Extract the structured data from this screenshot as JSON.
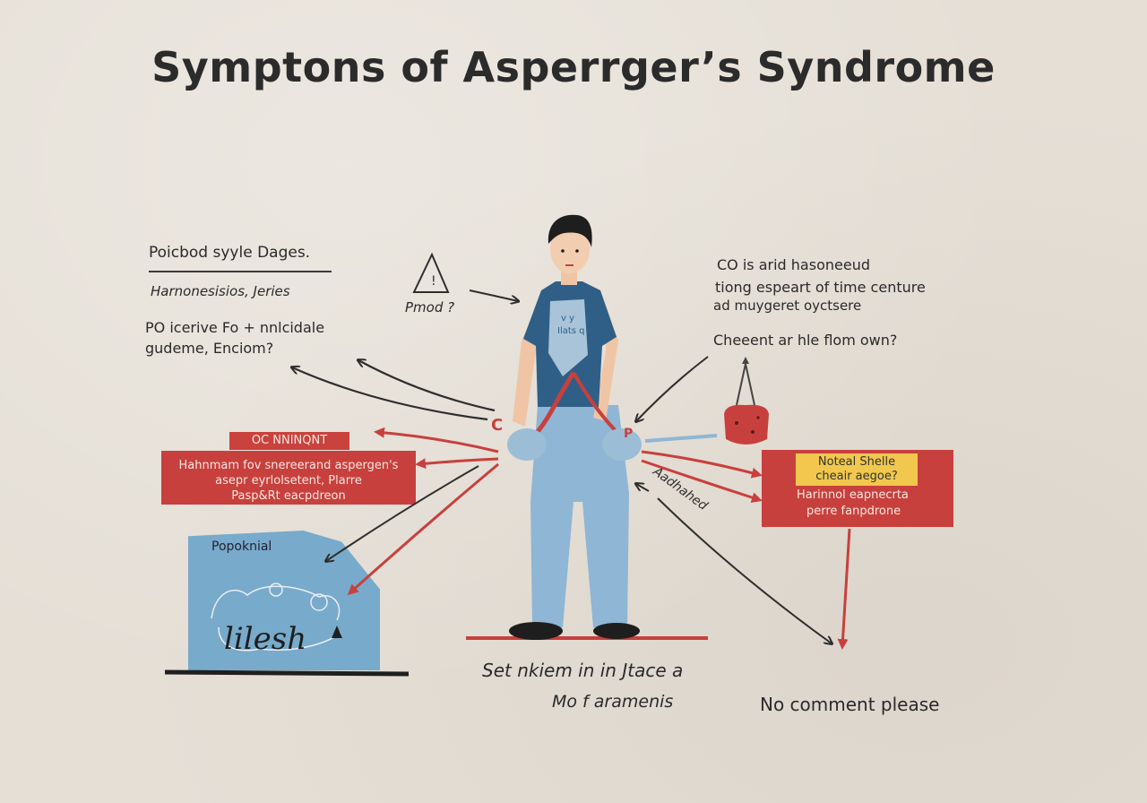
{
  "title": "Symptons of Asperrger’s Syndrome",
  "left_notes": {
    "heading": "Poicbod syyle Dages.",
    "line1": "Harnonesisios, Jeries",
    "line2a": "PO icerive Fo + nnlcidale",
    "line2b": "gudeme, Enciom?"
  },
  "triangle_note": {
    "mark": "!",
    "label": "Pmod ?"
  },
  "shirt_text": {
    "line1": "v y",
    "line2": "Ilats q"
  },
  "hand_letters": {
    "left": "C",
    "right": "P"
  },
  "right_notes": {
    "line1": "CO is arid hasoneeud",
    "line2": "tiong espeart of time centure",
    "line3": "ad muygeret oyctsere",
    "line4": "Cheeent ar hle flom own?"
  },
  "left_banner": {
    "tag": "OC NNINQNT",
    "line1": "Hahnmam fov snereerand aspergen's",
    "line2": "asepr eyrlolsetent, Plarre",
    "line3": "Pasp&Rt eacpdreon"
  },
  "right_box": {
    "yellow_line1": "Noteal Shelle",
    "yellow_line2": "cheair aegoe?",
    "line1": "Harinnol eapnecrta",
    "line2": "perre fanpdrone"
  },
  "diagonal_label": "Aadhahed",
  "blue_card": {
    "label": "Popoknial",
    "scribble": "lilesh"
  },
  "bottom_center": {
    "line1": "Set nkiem in in Jtace a",
    "line2": "Mo f aramenis"
  },
  "bottom_right": "No comment please",
  "colors": {
    "background": "#e5dfd6",
    "accent_red": "#c8403d",
    "shirt_blue": "#2f5f86",
    "pants_blue": "#8fb6d4",
    "card_blue": "#78aacb",
    "highlight_yellow": "#f1c84d",
    "ink": "#2a2a2a"
  }
}
